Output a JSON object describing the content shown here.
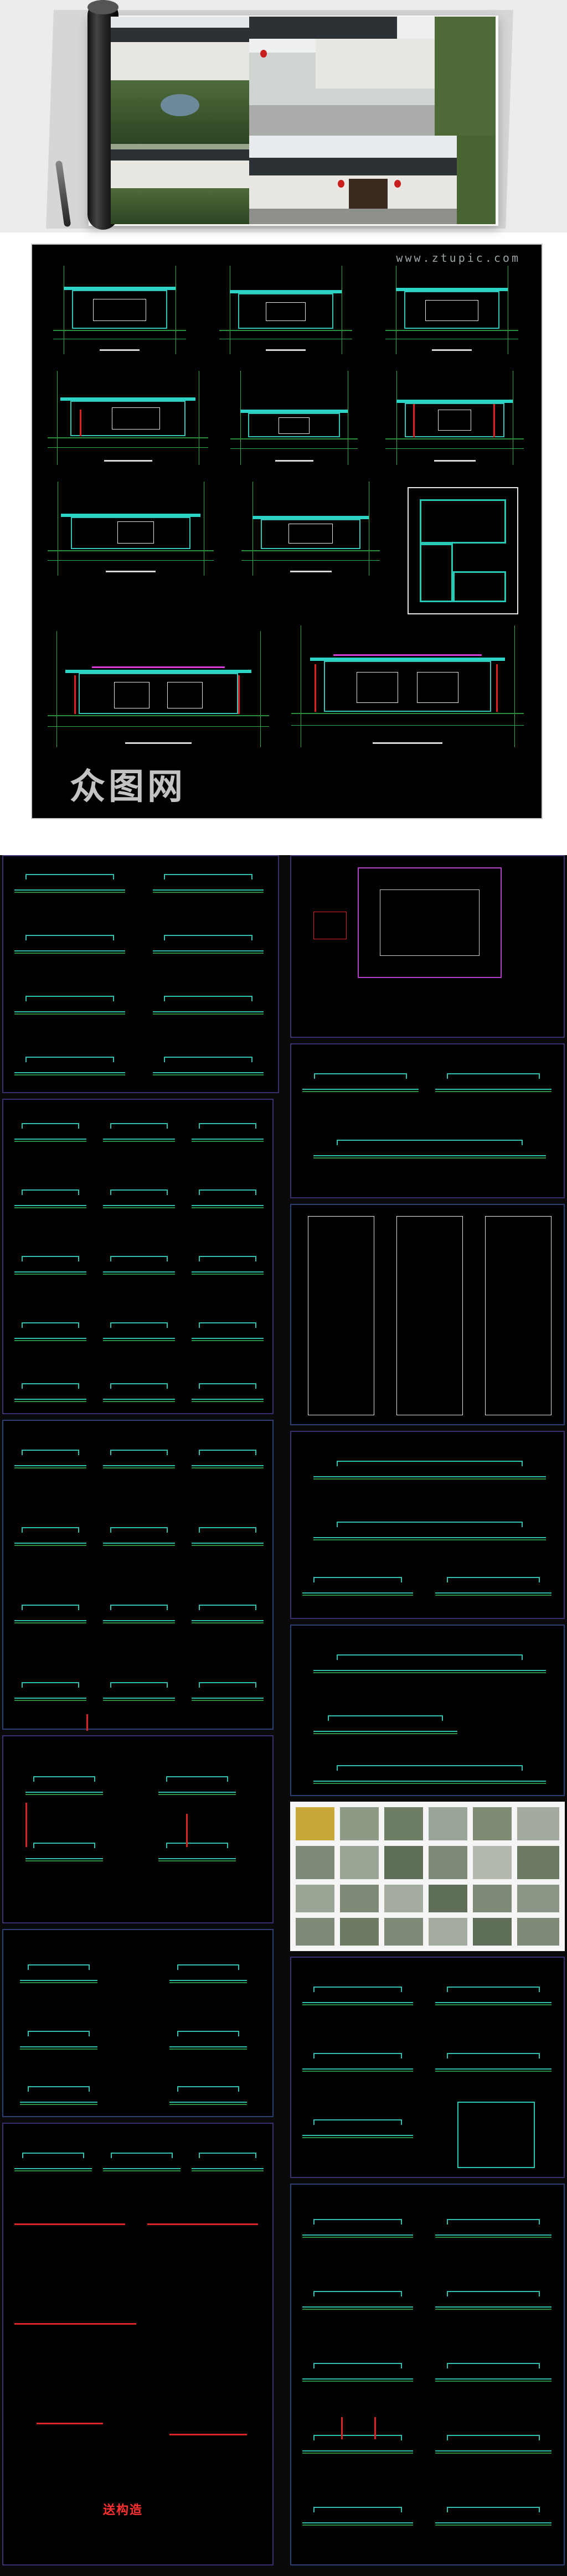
{
  "cad_sheet": {
    "site_url": "www.ztupic.com",
    "logo_text": "众图网"
  },
  "collage": {
    "stamp_text": "送构造"
  },
  "colors": {
    "cad_background": "#000000",
    "cad_cyan": "#2bd4c4",
    "cad_green": "#2a8f3a",
    "cad_red": "#e02020",
    "cad_magenta": "#d83cd8",
    "panel_border": "#3a2f6e"
  }
}
